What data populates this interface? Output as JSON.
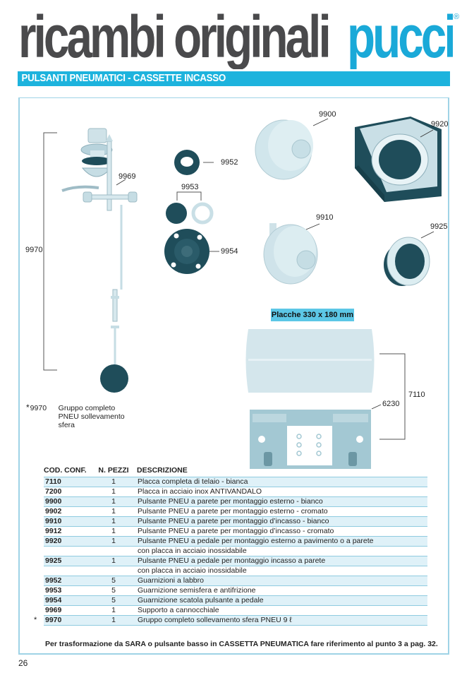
{
  "header": {
    "title_main": "ricambi originali",
    "title_brand": "pucci",
    "registered_mark": "®",
    "section": "PULSANTI PNEUMATICI - CASSETTE INCASSO"
  },
  "colors": {
    "brand": "#1aa9d8",
    "banner": "#1db3dd",
    "title_dark": "#4a4a4c",
    "row_alt": "#dff1f8",
    "rule": "#8fcbe0",
    "part_dark": "#1f4d5a",
    "part_light": "#c9dfe6"
  },
  "figure": {
    "callouts": {
      "c9900": "9900",
      "c9920": "9920",
      "c9952": "9952",
      "c9969": "9969",
      "c9953": "9953",
      "c9910": "9910",
      "c9925": "9925",
      "c9970": "9970",
      "c9954": "9954",
      "c7110": "7110",
      "c6230": "6230"
    },
    "plate_label": "Placche 330 x 180 mm",
    "note": {
      "star": "*",
      "code": "9970",
      "description": "Gruppo completo PNEU sollevamento sfera"
    }
  },
  "table": {
    "headers": {
      "code": "COD. CONF.",
      "pieces": "N. PEZZI",
      "description": "DESCRIZIONE"
    },
    "rows": [
      {
        "code": "7110",
        "pieces": "1",
        "description": "Placca completa di telaio - bianca"
      },
      {
        "code": "7200",
        "pieces": "1",
        "description": "Placca in acciaio inox ANTIVANDALO"
      },
      {
        "code": "9900",
        "pieces": "1",
        "description": "Pulsante PNEU a parete per montaggio esterno - bianco"
      },
      {
        "code": "9902",
        "pieces": "1",
        "description": "Pulsante PNEU a parete per montaggio esterno - cromato"
      },
      {
        "code": "9910",
        "pieces": "1",
        "description": "Pulsante PNEU  a parete per montaggio d’incasso - bianco"
      },
      {
        "code": "9912",
        "pieces": "1",
        "description": "Pulsante PNEU  a parete per montaggio d’incasso - cromato"
      },
      {
        "code": "9920",
        "pieces": "1",
        "description": "Pulsante PNEU  a pedale per montaggio esterno a pavimento o a parete"
      },
      {
        "code": "",
        "pieces": "",
        "description": "con placca in acciaio inossidabile"
      },
      {
        "code": "9925",
        "pieces": "1",
        "description": "Pulsante PNEU  a pedale per montaggio incasso a parete"
      },
      {
        "code": "",
        "pieces": "",
        "description": "con placca in acciaio inossidabile"
      },
      {
        "code": "9952",
        "pieces": "5",
        "description": "Guarnizioni a labbro"
      },
      {
        "code": "9953",
        "pieces": "5",
        "description": "Guarnizione semisfera e antifrizione"
      },
      {
        "code": "9954",
        "pieces": "5",
        "description": "Guarnizione scatola pulsante a pedale"
      },
      {
        "code": "9969",
        "pieces": "1",
        "description": "Supporto a cannocchiale"
      },
      {
        "code": "9970",
        "pieces": "1",
        "description": "Gruppo completo sollevamento sfera PNEU 9 ℓ",
        "marker": "*"
      }
    ]
  },
  "footer": {
    "note": "Per trasformazione da SARA o pulsante basso in CASSETTA PNEUMATICA fare riferimento al punto 3 a pag. 32.",
    "page_number": "26"
  }
}
